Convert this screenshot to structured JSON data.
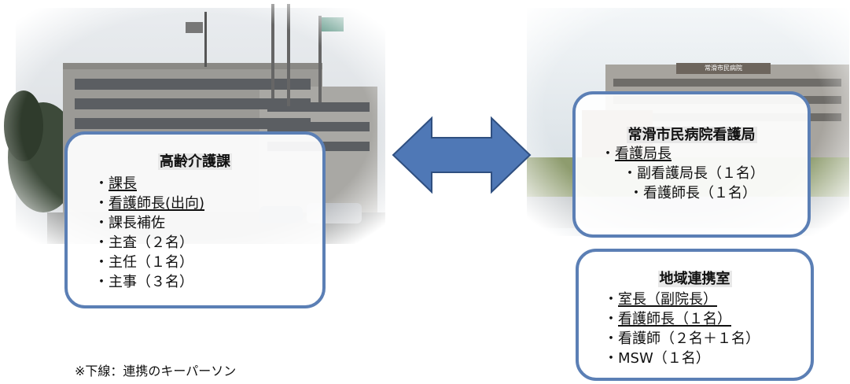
{
  "left_box": {
    "title": "高齢介護課",
    "items": [
      {
        "bullet": "・",
        "text": "課長",
        "underline": true
      },
      {
        "bullet": "・",
        "text": "看護師長(出向)",
        "underline": true
      },
      {
        "bullet": "・",
        "text": "課長補佐",
        "underline": false
      },
      {
        "bullet": "・",
        "text": "主査（２名）",
        "underline": false
      },
      {
        "bullet": "・",
        "text": "主任（１名）",
        "underline": false
      },
      {
        "bullet": "・",
        "text": "主事（３名）",
        "underline": false
      }
    ]
  },
  "right_top_box": {
    "title": "常滑市民病院看護局",
    "items": [
      {
        "bullet": "・",
        "text": "看護局長",
        "underline": true
      },
      {
        "bullet": "・",
        "text": "副看護局長（１名）",
        "underline": false
      },
      {
        "bullet": "・",
        "text": "看護師長（１名）",
        "underline": false
      }
    ]
  },
  "right_bottom_box": {
    "title": "地域連携室",
    "items": [
      {
        "bullet": "・",
        "text": "室長（副院長）",
        "underline": true
      },
      {
        "bullet": "・",
        "text": "看護師長（１名）",
        "underline": true
      },
      {
        "bullet": "・",
        "text": "看護師（２名＋１名）",
        "underline": false
      },
      {
        "bullet": "・",
        "text": "MSW（１名）",
        "underline": false
      }
    ]
  },
  "hospital_sign": "常滑市民病院",
  "footnote": "※下線：連携のキーパーソン",
  "colors": {
    "box_border": "#5b7fb5",
    "arrow_fill": "#4f78b6",
    "arrow_stroke": "#2f4f80"
  }
}
